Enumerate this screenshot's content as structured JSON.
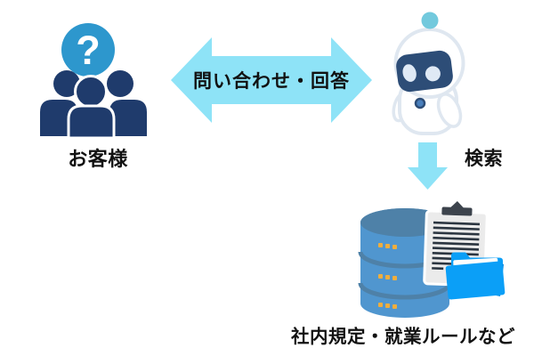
{
  "diagram_title": "chatbot-inquiry-flow",
  "customer": {
    "label": "お客様",
    "question_mark": "?",
    "icon": "people-group-icon"
  },
  "exchange": {
    "label": "問い合わせ・回答",
    "direction": "bidirectional"
  },
  "bot": {
    "icon": "chatbot-icon"
  },
  "search": {
    "label": "検索",
    "direction": "down",
    "icon": "down-arrow-icon"
  },
  "knowledge": {
    "label": "社内規定・就業ルールなど",
    "icons": [
      "database-icon",
      "clipboard-icon",
      "folder-icon"
    ]
  },
  "colors": {
    "arrow_cyan": "#8ee3f7",
    "people_navy": "#1f3b6c",
    "question_badge_blue": "#2d97cd",
    "robot_outline": "#dfe7f0",
    "robot_visor_navy": "#2d4d77",
    "robot_eye_light": "#dfe9f5",
    "robot_antenna_teal": "#72c9dd",
    "robot_button_blue": "#4a80bd",
    "database_top": "#4e81a8",
    "database_body": "#5096cf",
    "database_dot_yellow": "#efae3e",
    "clipboard_gray": "#ebebeb",
    "clipboard_clip_dark": "#3c434c",
    "clipboard_line_dark": "#2b3540",
    "folder_blue": "#0b9ff7",
    "folder_fold_dark": "#0a8ce2",
    "text_black": "#111111",
    "background": "#ffffff"
  }
}
